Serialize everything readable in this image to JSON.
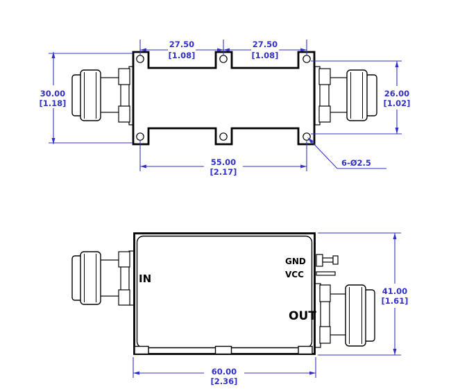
{
  "colors": {
    "drawing_line": "#000000",
    "dimension": "#3030c8",
    "background": "#ffffff"
  },
  "top_view": {
    "dim_left_spacing": {
      "mm": "27.50",
      "inch": "[1.08]"
    },
    "dim_right_spacing": {
      "mm": "27.50",
      "inch": "[1.08]"
    },
    "dim_overall_height": {
      "mm": "30.00",
      "inch": "[1.18]"
    },
    "dim_side_height": {
      "mm": "26.00",
      "inch": "[1.02]"
    },
    "dim_hole_span": {
      "mm": "55.00",
      "inch": "[2.17]"
    },
    "hole_callout": "6-Ø2.5"
  },
  "front_view": {
    "label_in": "IN",
    "label_gnd": "GND",
    "label_vcc": "VCC",
    "label_out": "OUT",
    "dim_overall_height": {
      "mm": "41.00",
      "inch": "[1.61]"
    },
    "dim_overall_width": {
      "mm": "60.00",
      "inch": "[2.36]"
    }
  }
}
